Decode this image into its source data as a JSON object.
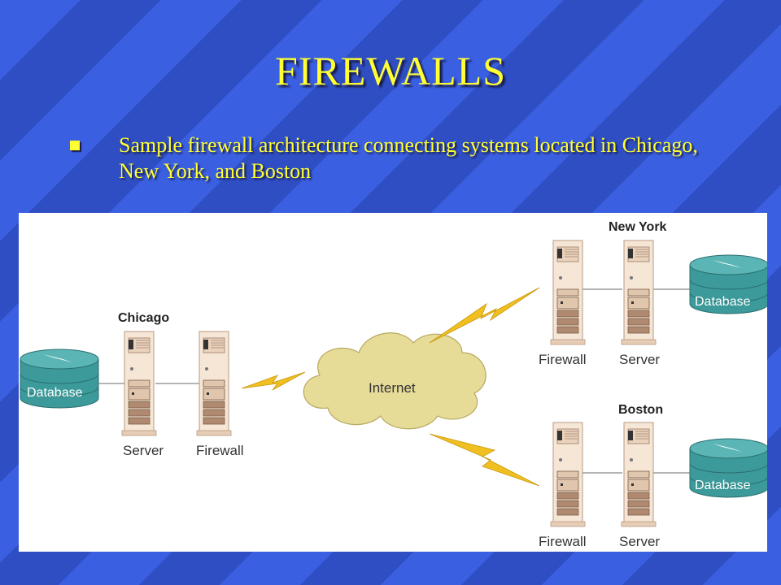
{
  "slide": {
    "title": "FIREWALLS",
    "bullet": "Sample firewall architecture connecting systems located in Chicago, New York, and Boston"
  },
  "diagram": {
    "sites": {
      "chicago": {
        "name": "Chicago",
        "server": "Server",
        "firewall": "Firewall",
        "database": "Database"
      },
      "new_york": {
        "name": "New York",
        "server": "Server",
        "firewall": "Firewall",
        "database": "Database"
      },
      "boston": {
        "name": "Boston",
        "server": "Server",
        "firewall": "Firewall",
        "database": "Database"
      }
    },
    "internet": "Internet",
    "colors": {
      "tower": "#f6e6d6",
      "database": "#3c9a9a",
      "cloud": "#e6dc98",
      "lightning": "#f0c020",
      "text": "#ffff33"
    }
  }
}
